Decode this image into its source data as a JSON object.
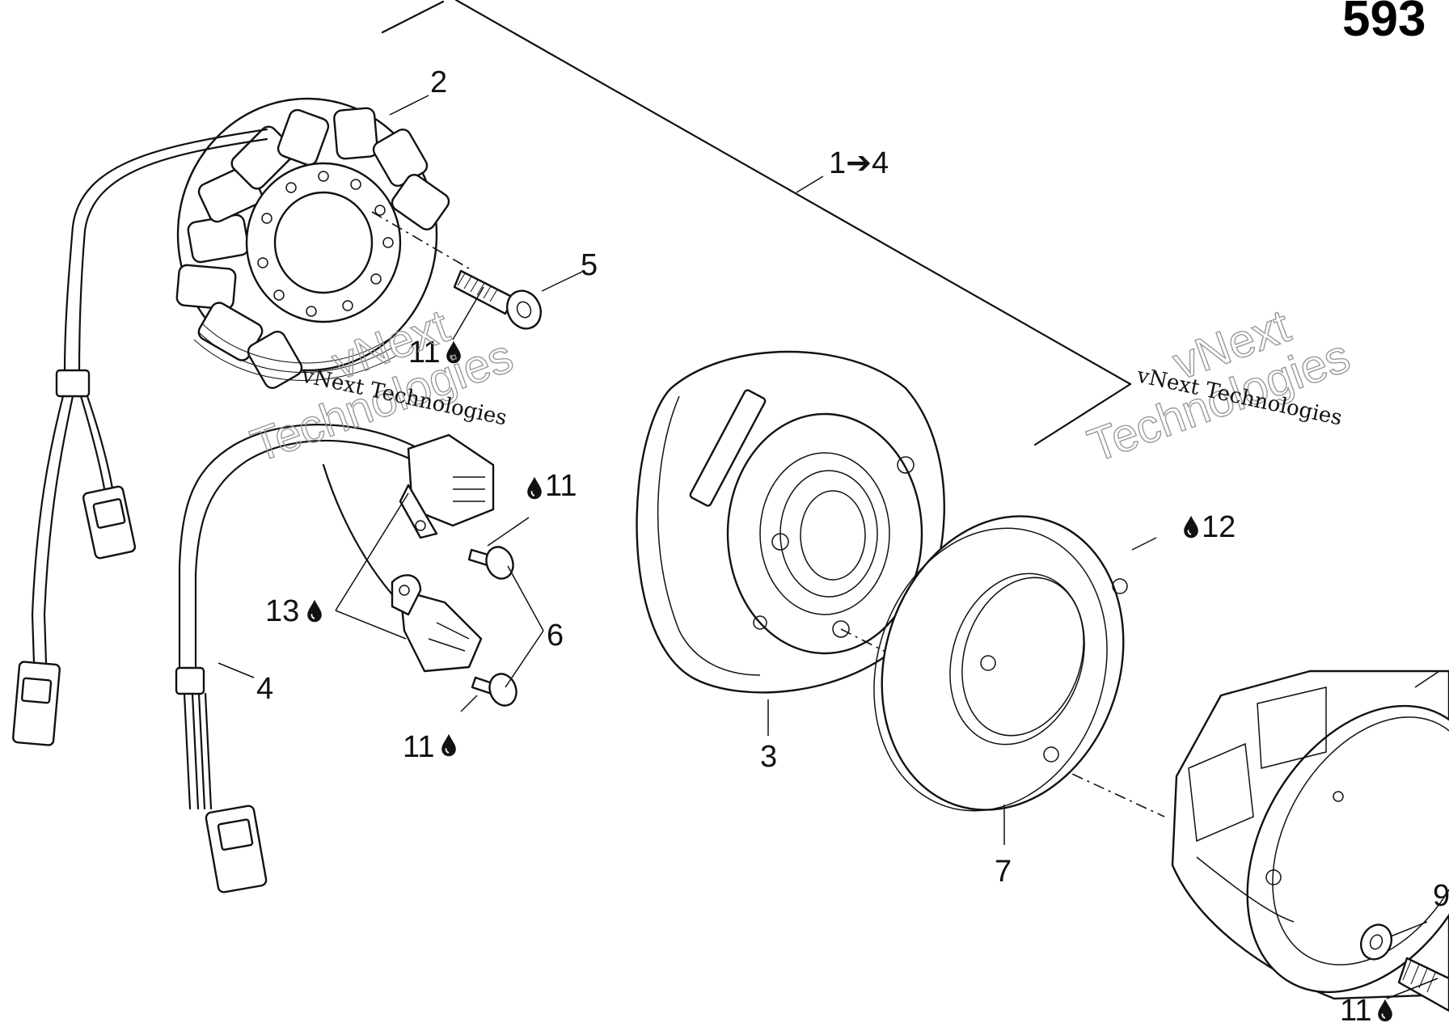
{
  "page_number": "593",
  "callouts": {
    "c1_4": "1➔4",
    "c2": "2",
    "c3": "3",
    "c4": "4",
    "c5": "5",
    "c6": "6",
    "c7": "7",
    "c9": "9",
    "c11a": "11",
    "c11b": "11",
    "c11c": "11",
    "c11d": "11",
    "c12": "12",
    "c13": "13"
  },
  "watermarks": {
    "line1": "vNext Technologies",
    "line2": "vNext",
    "line3": "Technologies"
  },
  "icons": {
    "drop": "oil-drop-icon"
  }
}
